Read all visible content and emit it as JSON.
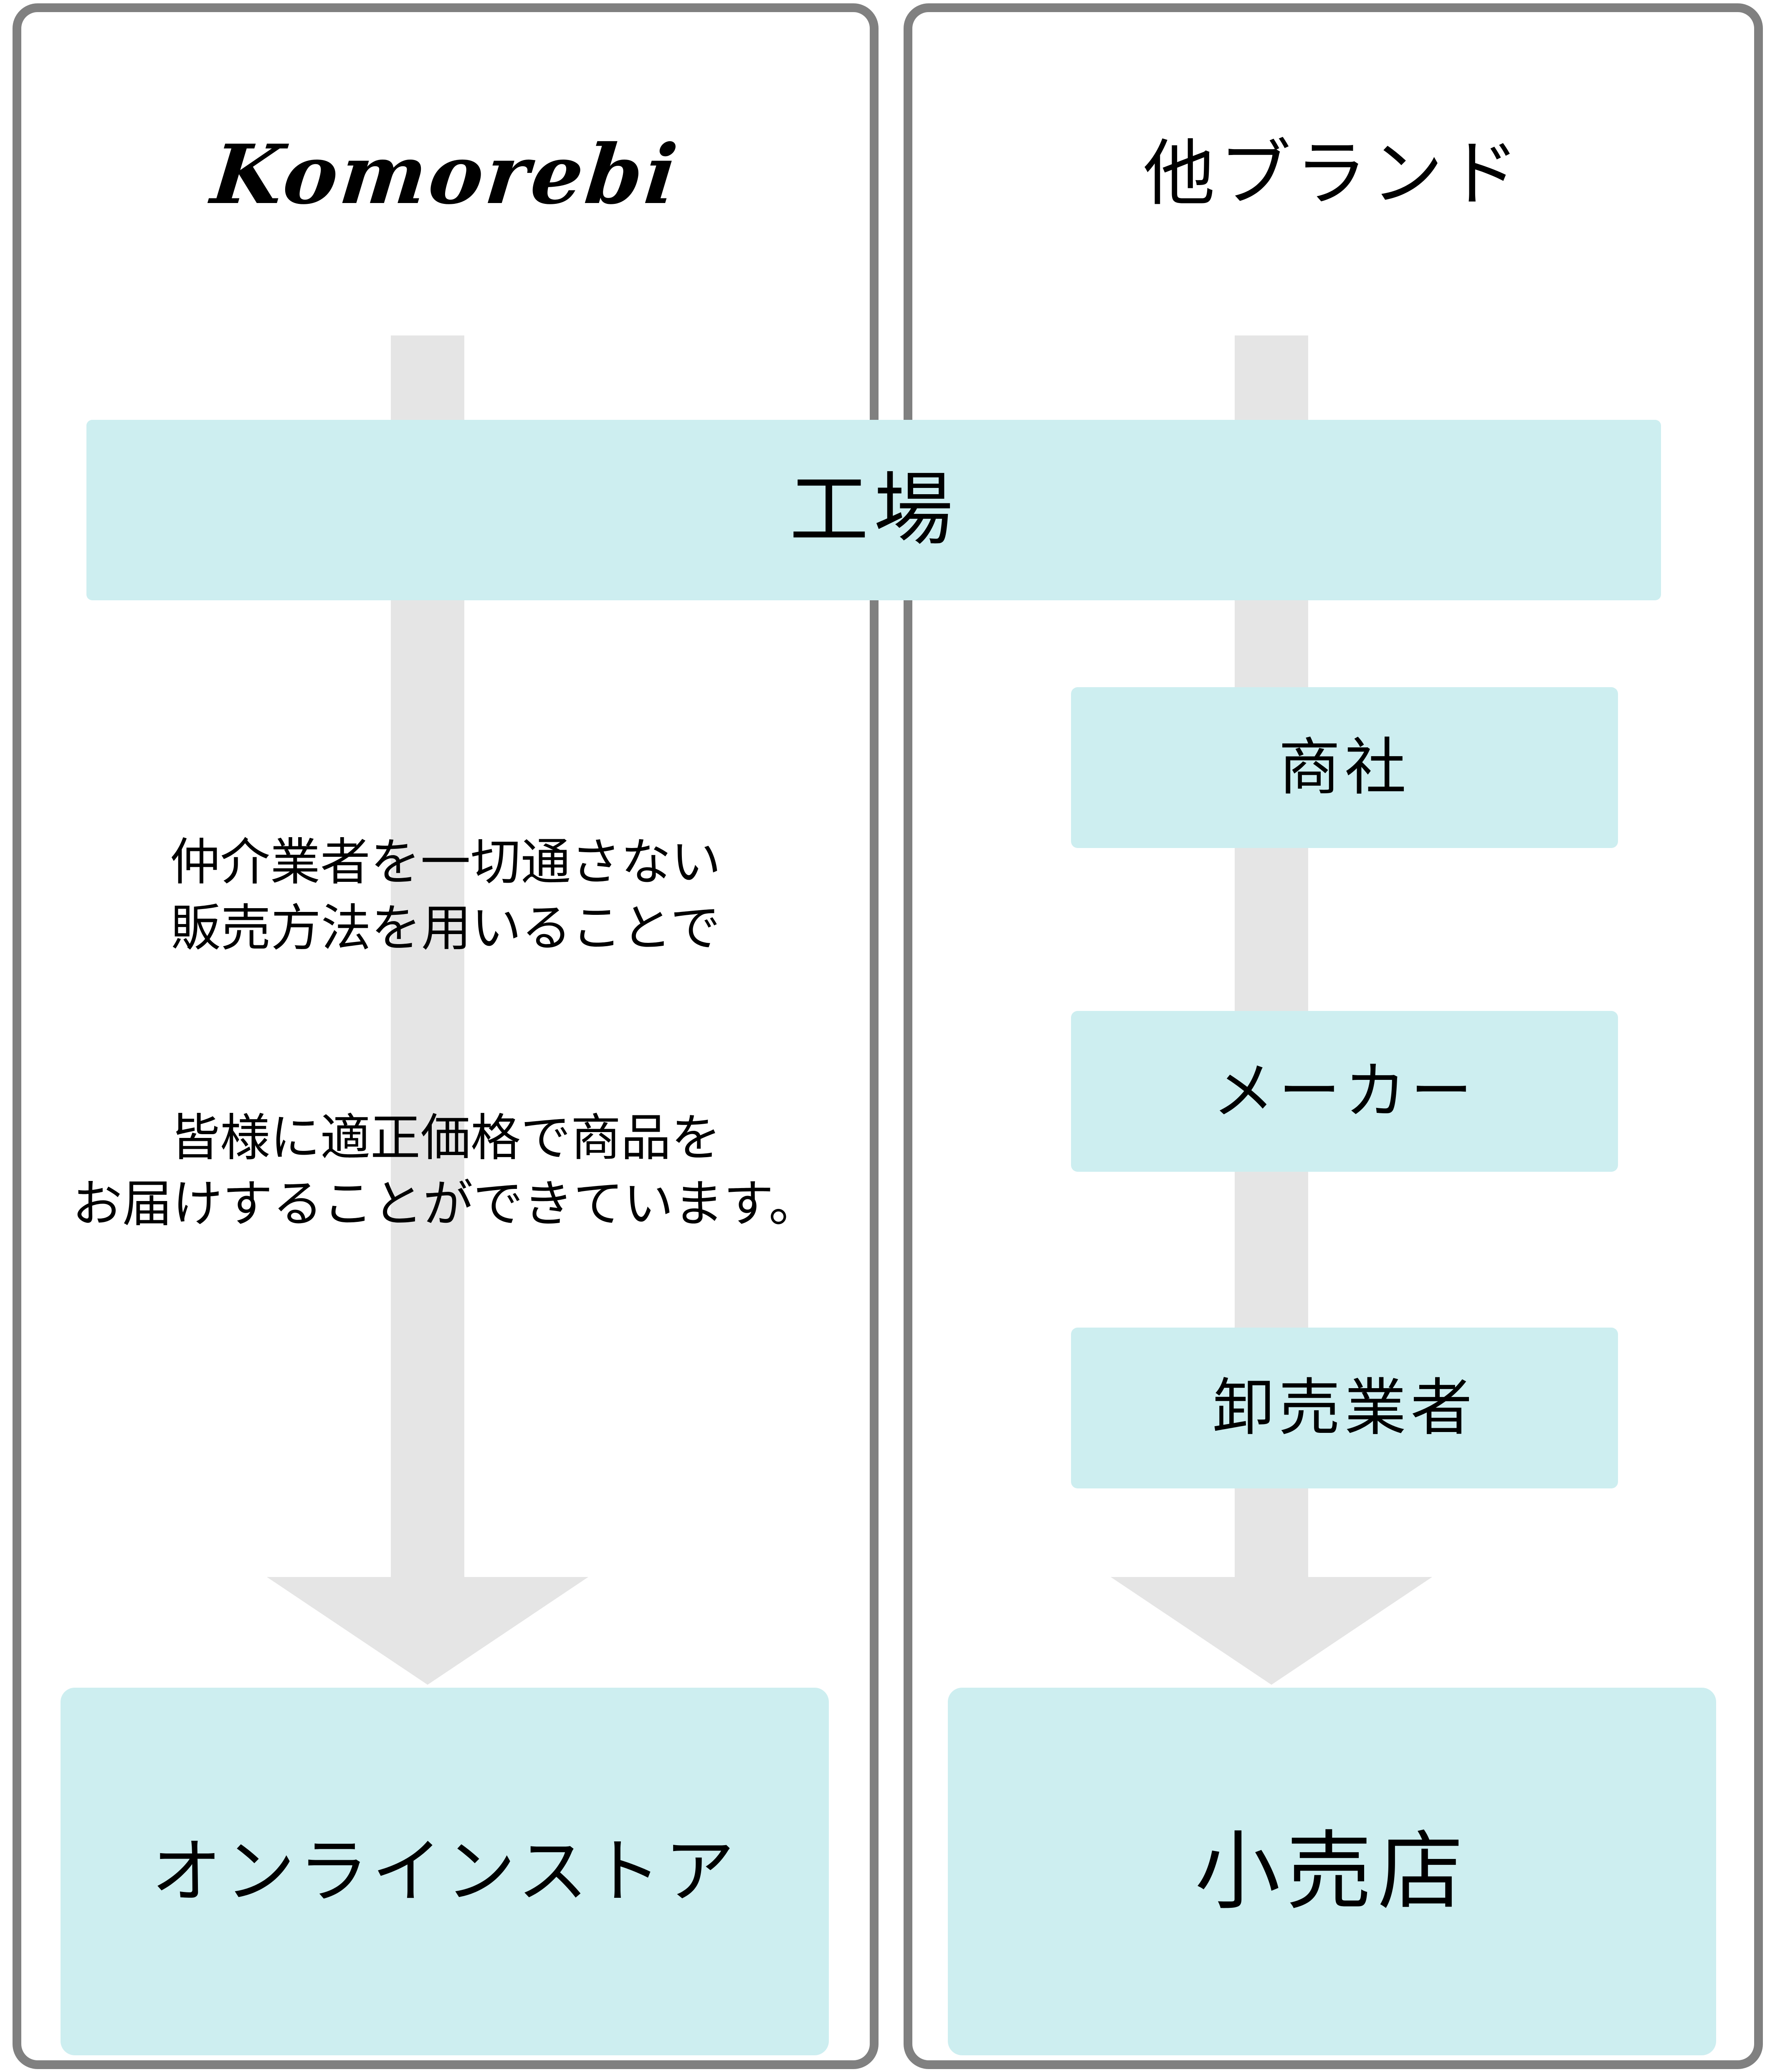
{
  "diagram": {
    "type": "flow-comparison",
    "colors": {
      "box_fill": "#cdeef0",
      "arrow_fill": "#e5e5e5",
      "panel_border": "#808080",
      "text": "#000000",
      "background": "#ffffff"
    },
    "panels": [
      {
        "id": "komorebi",
        "title": "Komorebi",
        "chain": [
          "工場",
          "オンラインストア"
        ]
      },
      {
        "id": "other-brands",
        "title": "他ブランド",
        "chain": [
          "工場",
          "商社",
          "メーカー",
          "卸売業者",
          "小売店"
        ]
      }
    ]
  },
  "left": {
    "title": "Komorebi",
    "copy_paragraph_1": {
      "line1": "仲介業者を一切通さない",
      "line2": "販売方法を用いることで"
    },
    "copy_paragraph_2": {
      "line1": "皆様に適正価格で商品を",
      "line2": "お届けすることができています。"
    },
    "terminal_box": "オンラインストア"
  },
  "right": {
    "title": "他ブランド",
    "stages": [
      {
        "label": "商社"
      },
      {
        "label": "メーカー"
      },
      {
        "label": "卸売業者"
      }
    ],
    "terminal_box": "小売店"
  },
  "shared": {
    "factory_banner": "工場"
  }
}
